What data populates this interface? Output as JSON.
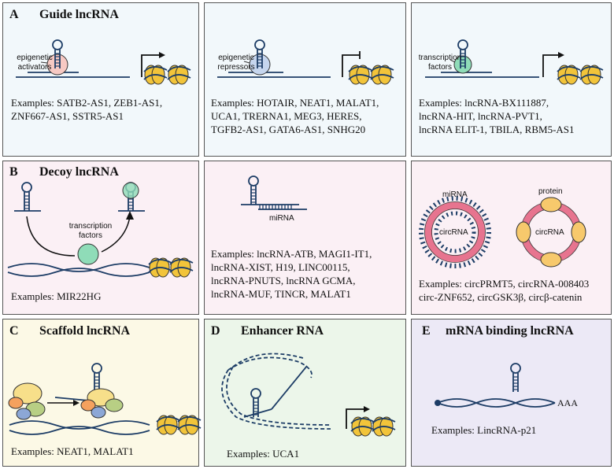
{
  "colors": {
    "panel_a": "#f2f8fb",
    "panel_b": "#fbf0f5",
    "panel_c": "#fcf9e6",
    "panel_d": "#ecf6ea",
    "panel_e": "#ece9f6",
    "activator": "#f7c9c3",
    "repressor": "#c6d6ee",
    "tf": "#8fdcb8",
    "nucleosome": "#f2c43a",
    "circ_ring": "#e7748f",
    "protein": "#f7c96c",
    "strand": "#1d3d66"
  },
  "panel_a": {
    "letter": "A",
    "title": "Guide lncRNA",
    "cell1": {
      "label_line1": "epigenetic",
      "label_line2": "activators",
      "examples_line1": "Examples: SATB2-AS1, ZEB1-AS1,",
      "examples_line2": "ZNF667-AS1, SSTR5-AS1"
    },
    "cell2": {
      "label_line1": "epigenetic",
      "label_line2": "repressors",
      "examples_line1": "Examples: HOTAIR, NEAT1, MALAT1,",
      "examples_line2": "UCA1, TRERNA1, MEG3, HERES,",
      "examples_line3": "TGFB2-AS1, GATA6-AS1, SNHG20"
    },
    "cell3": {
      "label_line1": "transcription",
      "label_line2": "factors",
      "examples_line1": "Examples: lncRNA-BX111887,",
      "examples_line2": "lncRNA-HIT, lncRNA-PVT1,",
      "examples_line3": "lncRNA ELIT-1, TBILA, RBM5-AS1"
    }
  },
  "panel_b": {
    "letter": "B",
    "title": "Decoy lncRNA",
    "cell1": {
      "label_line1": "transcription",
      "label_line2": "factors",
      "examples": "Examples: MIR22HG"
    },
    "cell2": {
      "label": "miRNA",
      "examples_line1": "Examples: lncRNA-ATB,  MAGI1-IT1,",
      "examples_line2": "lncRNA-XIST, H19, LINC00115,",
      "examples_line3": "lncRNA-PNUTS, lncRNA GCMA,",
      "examples_line4": "lncRNA-MUF, TINCR, MALAT1"
    },
    "cell3": {
      "label_mirna": "miRNA",
      "label_circ1": "circRNA",
      "label_protein": "protein",
      "label_circ2": "circRNA",
      "examples_line1": "Examples: circPRMT5, circRNA-008403",
      "examples_line2": "circ-ZNF652, circGSK3β, circβ-catenin"
    }
  },
  "panel_c": {
    "letter": "C",
    "title": "Scaffold lncRNA",
    "examples": "Examples: NEAT1, MALAT1"
  },
  "panel_d": {
    "letter": "D",
    "title": "Enhancer RNA",
    "examples": "Examples: UCA1"
  },
  "panel_e": {
    "letter": "E",
    "title": "mRNA binding lncRNA",
    "label": "AAA",
    "examples": "Examples: LincRNA-p21"
  }
}
